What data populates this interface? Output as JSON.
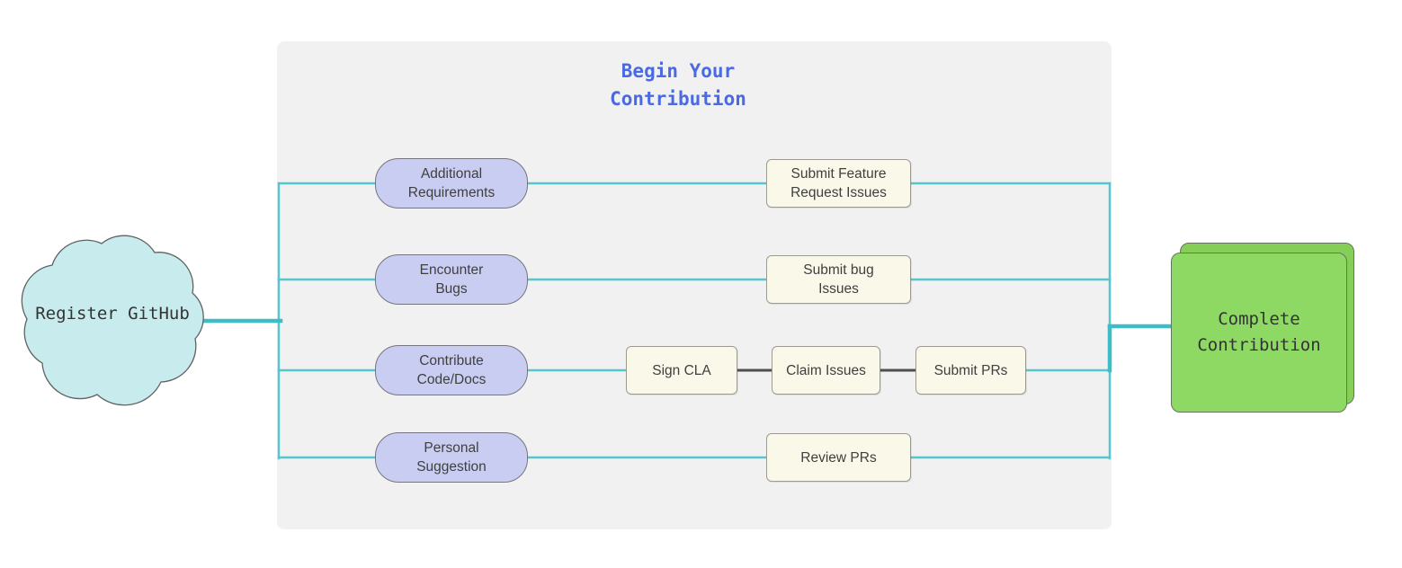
{
  "colors": {
    "accent-line": "#54c6cc",
    "accent-line-bold": "#3fbdc7",
    "connector-dark": "#4f4f4f",
    "title-blue": "#4a6ae4",
    "source-fill": "#c9cdf2",
    "source-border": "#75757e",
    "step-fill": "#faf8e9",
    "step-border": "#9b9b93",
    "cloud-fill": "#c8eced",
    "cloud-border": "#5d6363",
    "end-fill": "#8ed964",
    "end-fill-back": "#85cf58",
    "end-border": "#66755e",
    "panel-bg": "#f1f1f1",
    "text-dark": "#3f3f3f"
  },
  "flow": {
    "start": {
      "label": "Register GitHub"
    },
    "panel_title_lines": [
      "Begin Your",
      "Contribution"
    ],
    "rows": [
      {
        "source_lines": [
          "Additional",
          "Requirements"
        ],
        "steps": [
          {
            "lines": [
              "Submit Feature",
              "Request Issues"
            ]
          }
        ]
      },
      {
        "source_lines": [
          "Encounter",
          "Bugs"
        ],
        "steps": [
          {
            "lines": [
              "Submit bug",
              "Issues"
            ]
          }
        ]
      },
      {
        "source_lines": [
          "Contribute",
          "Code/Docs"
        ],
        "steps": [
          {
            "lines": [
              "Sign CLA"
            ]
          },
          {
            "lines": [
              "Claim Issues"
            ]
          },
          {
            "lines": [
              "Submit PRs"
            ]
          }
        ]
      },
      {
        "source_lines": [
          "Personal",
          "Suggestion"
        ],
        "steps": [
          {
            "lines": [
              "Review PRs"
            ]
          }
        ]
      }
    ],
    "end": {
      "lines": [
        "Complete",
        "Contribution"
      ]
    }
  }
}
